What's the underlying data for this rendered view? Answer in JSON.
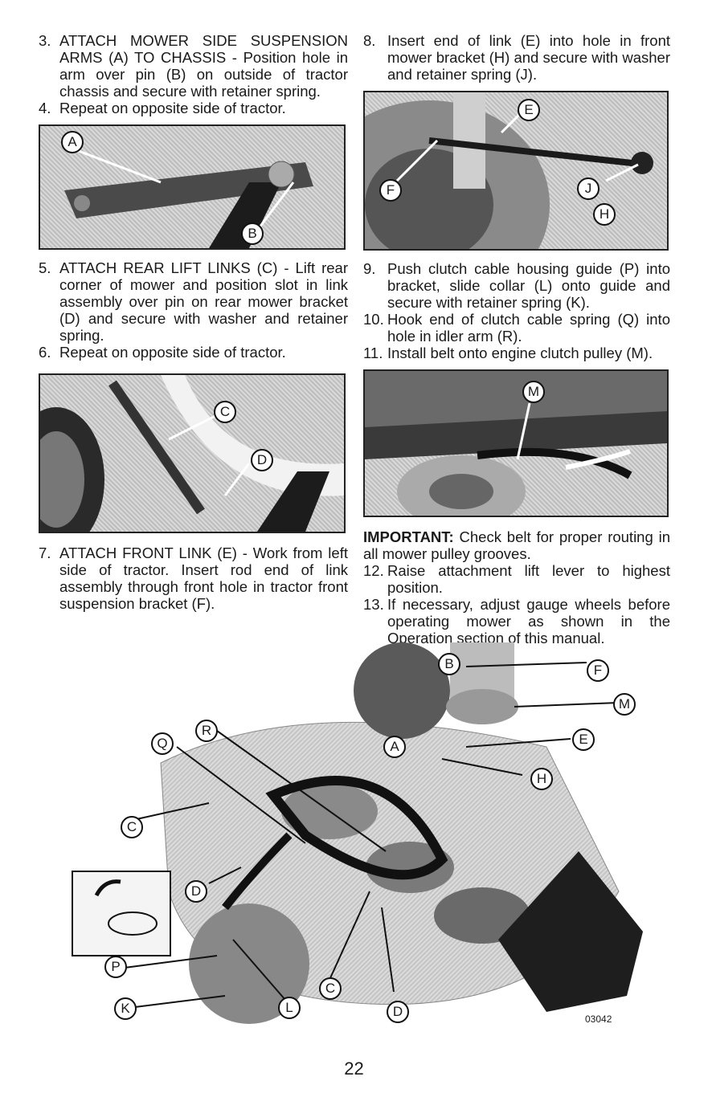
{
  "left_column": {
    "steps_top": [
      {
        "num": "3.",
        "text": "ATTACH MOWER SIDE SUSPENSION ARMS (A) TO CHASSIS - Position hole in arm over pin (B) on outside of tractor chassis and secure with retainer spring."
      },
      {
        "num": "4.",
        "text": "Repeat on opposite side of tractor."
      }
    ],
    "photo1_callouts": [
      "A",
      "B"
    ],
    "steps_middle": [
      {
        "num": "5.",
        "text": "ATTACH REAR LIFT LINKS (C) - Lift rear corner of mower and position slot in link assembly over pin on rear mower bracket (D) and secure with washer and retainer spring."
      },
      {
        "num": "6.",
        "text": "Repeat on opposite side of tractor."
      }
    ],
    "photo2_callouts": [
      "C",
      "D"
    ],
    "steps_bottom": [
      {
        "num": "7.",
        "text": "ATTACH FRONT LINK (E) - Work from left side of tractor. Insert rod end of link assembly through front hole in tractor front suspension bracket (F)."
      }
    ]
  },
  "right_column": {
    "steps_top": [
      {
        "num": "8.",
        "text": "Insert end of link (E) into hole in front mower bracket (H) and secure with washer and retainer spring (J)."
      }
    ],
    "photo3_callouts": [
      "E",
      "F",
      "J",
      "H"
    ],
    "steps_middle": [
      {
        "num": "9.",
        "text": "Push clutch cable housing guide (P) into bracket, slide collar (L) onto guide and secure with retainer spring (K)."
      },
      {
        "num": "10.",
        "text": "Hook end of clutch cable spring (Q) into hole in idler arm (R)."
      },
      {
        "num": "11.",
        "text": "Install belt onto engine clutch pulley (M)."
      }
    ],
    "photo4_callouts": [
      "M"
    ],
    "important_label": "IMPORTANT:",
    "important_text": " Check belt for proper routing in all mower pulley grooves.",
    "steps_bottom": [
      {
        "num": "12.",
        "text": "Raise attachment lift lever to highest position."
      },
      {
        "num": "13.",
        "text": "If necessary, adjust gauge wheels before operating mower as shown in the Operation section of this manual."
      }
    ]
  },
  "diagram_callouts": [
    "B",
    "F",
    "M",
    "R",
    "Q",
    "A",
    "E",
    "H",
    "C",
    "D",
    "P",
    "K",
    "L",
    "C",
    "D"
  ],
  "part_number": "03042",
  "page_number": "22"
}
